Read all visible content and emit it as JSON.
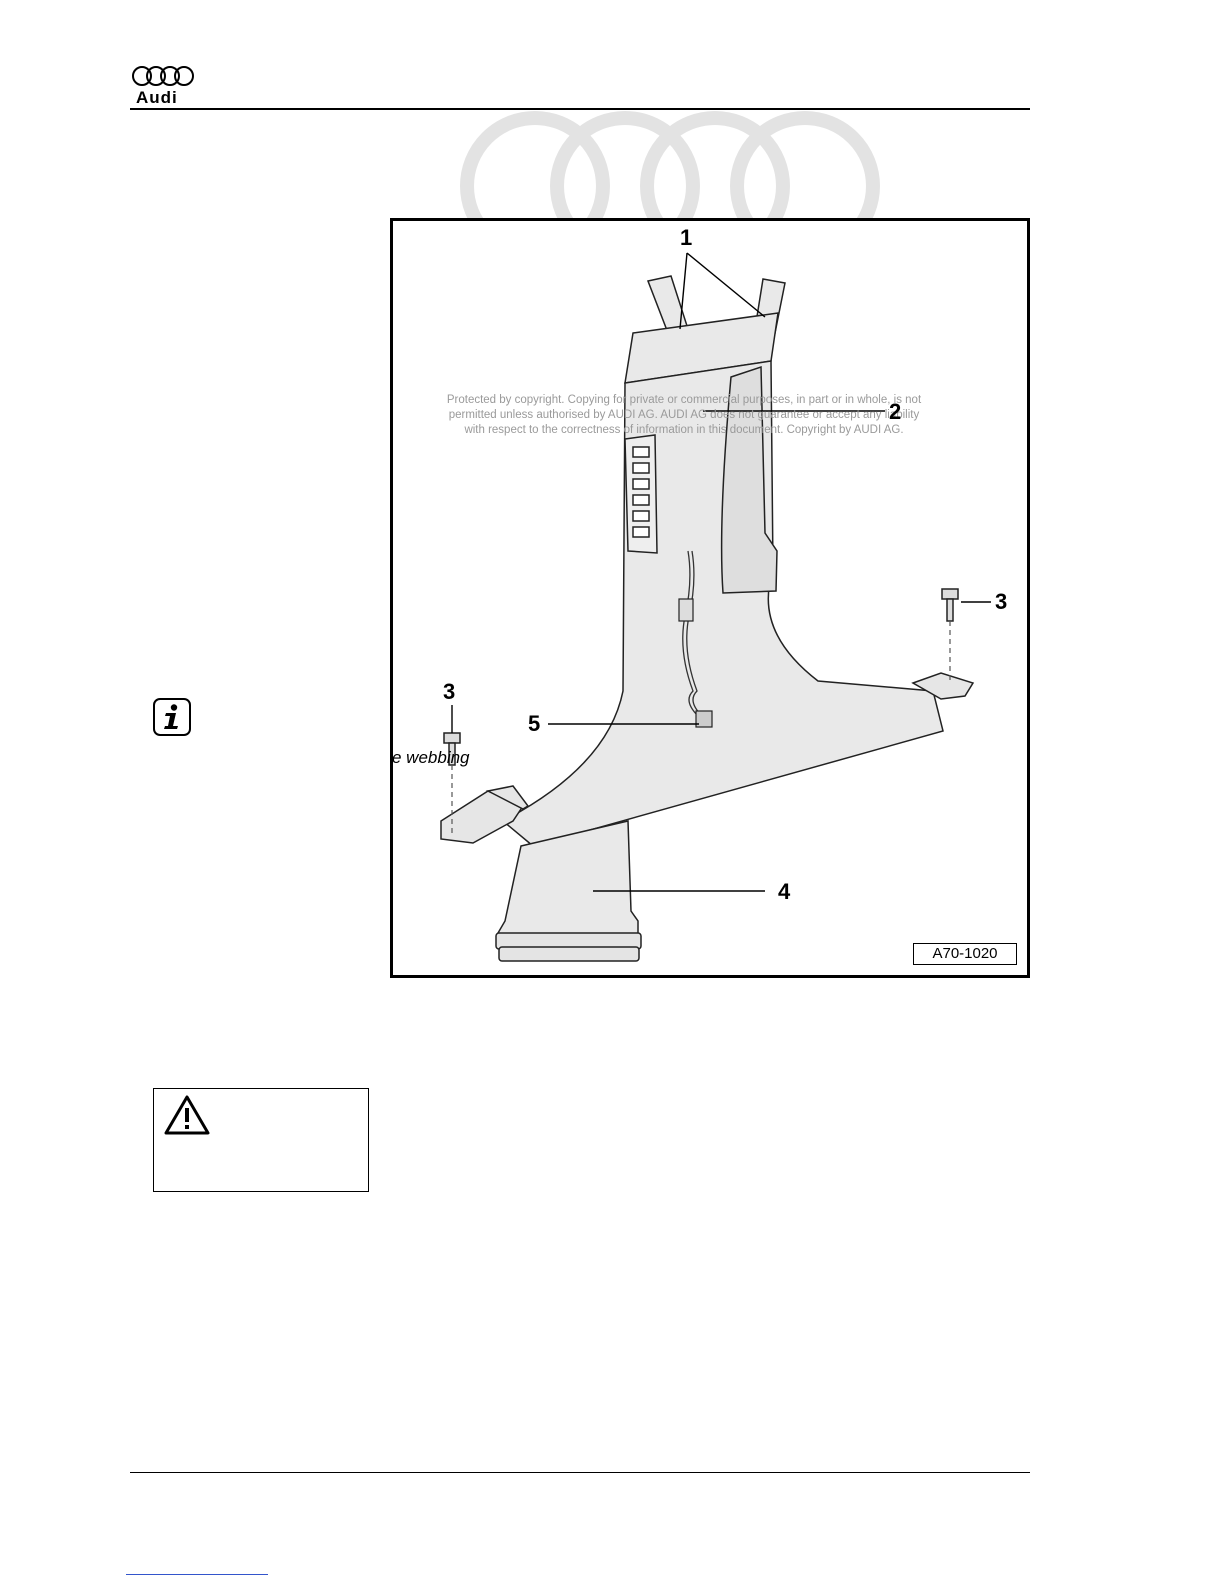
{
  "header": {
    "logo_text": "Audi"
  },
  "figure": {
    "callouts": [
      "1",
      "2",
      "3",
      "3",
      "4",
      "5"
    ],
    "copyright_lines": [
      "Protected by copyright. Copying for private or commercial purposes, in part or in whole, is not",
      "permitted unless authorised by AUDI AG. AUDI AG does not guarantee or accept any liability",
      "with respect to the correctness of information in this document. Copyright by AUDI AG."
    ],
    "code": "A70-1020"
  },
  "side": {
    "partial_text": "e webbing"
  },
  "icons": {
    "info": "info-icon",
    "warning": "warning-icon"
  }
}
